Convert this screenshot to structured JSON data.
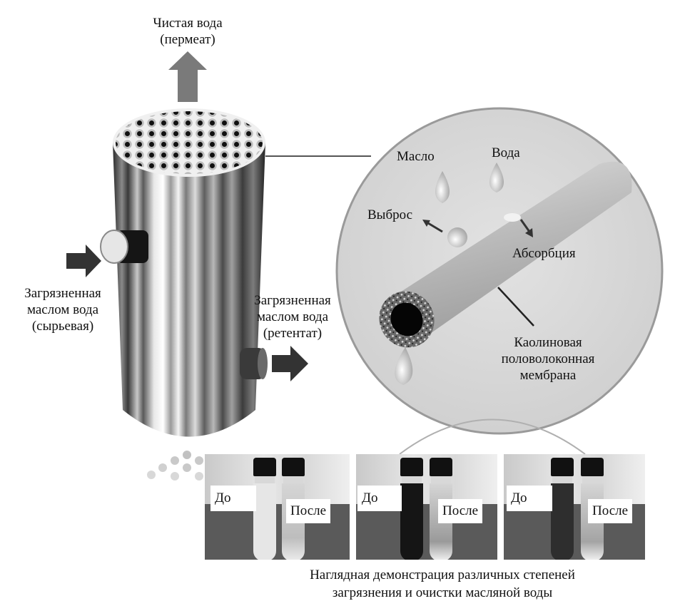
{
  "diagram": {
    "permeate_label": [
      "Чистая вода",
      "(пермеат)"
    ],
    "feed_label": [
      "Загрязненная",
      "маслом вода",
      "(сырьевая)"
    ],
    "retentate_label": [
      "Загрязненная",
      "маслом вода",
      "(ретентат)"
    ],
    "zoom_view": {
      "oil_label": "Масло",
      "water_label": "Вода",
      "rejection_label": "Выброс",
      "absorption_label": "Абсорбция",
      "membrane_label": [
        "Каолиновая",
        "половолоконная",
        "мембрана"
      ]
    },
    "samples": [
      {
        "before_label": "До",
        "after_label": "После",
        "before_shade": "light"
      },
      {
        "before_label": "До",
        "after_label": "После",
        "before_shade": "dark"
      },
      {
        "before_label": "До",
        "after_label": "После",
        "before_shade": "dark"
      }
    ],
    "caption": [
      "Наглядная демонстрация различных степеней",
      "загрязнения и очистки масляной воды"
    ],
    "colors": {
      "arrow_light": "#7a7a7a",
      "arrow_dark": "#333333",
      "circle_fill": "#d6d6d6",
      "tube_fill": "#bdbdbd"
    }
  }
}
